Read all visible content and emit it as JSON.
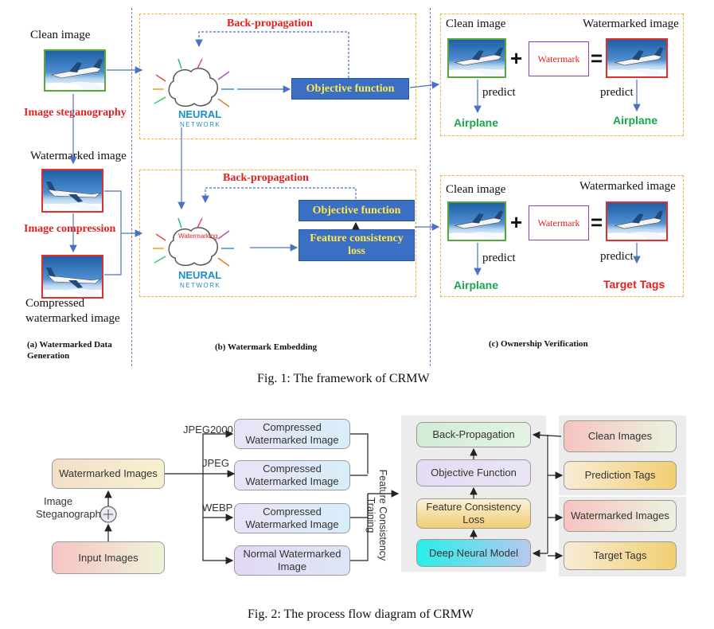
{
  "fig1": {
    "col_a": {
      "clean_image": "Clean image",
      "image_steganography": "Image steganography",
      "watermarked_image": "Watermarked image",
      "image_compression": "Image compression",
      "compressed_line1": "Compressed",
      "compressed_line2": "watermarked image",
      "caption_line1": "(a) Watermarked Data",
      "caption_line2": "Generation"
    },
    "col_b": {
      "back_propagation_top": "Back-propagation",
      "objective_function_top": "Objective function",
      "back_propagation_bottom": "Back-propagation",
      "objective_function_bottom": "Objective function",
      "feature_consistency_line1": "Feature consistency",
      "feature_consistency_line2": "loss",
      "neural": "NEURAL",
      "network": "NETWORK",
      "watermarking": "Watermarking",
      "caption": "(b) Watermark Embedding"
    },
    "col_c": {
      "clean_image_top": "Clean image",
      "watermarked_image_top": "Watermarked image",
      "watermark_top": "Watermark",
      "predict": "predict",
      "airplane": "Airplane",
      "clean_image_bottom": "Clean image",
      "watermarked_image_bottom": "Watermarked image",
      "watermark_bottom": "Watermark",
      "target_tags": "Target Tags",
      "plus": "+",
      "equals": "=",
      "caption": "(c) Ownership Verification"
    },
    "caption": "Fig. 1: The framework of CRMW"
  },
  "fig2": {
    "watermarked_images": "Watermarked Images",
    "image_steganography": "Image Steganography",
    "input_images": "Input Images",
    "jpeg2000": "JPEG2000",
    "jpeg": "JPEG",
    "webp": "WEBP",
    "compressed_watermarked_image": "Compressed Watermarked Image",
    "normal_watermarked_image": "Normal Watermarked Image",
    "feature_consistency_training_line1": "Feature Consistency",
    "feature_consistency_training_line2": "Training",
    "back_propagation": "Back-Propagation",
    "objective_function": "Objective Function",
    "feature_consistency_loss": "Feature Consistency Loss",
    "deep_neural_model": "Deep Neural Model",
    "clean_images": "Clean Images",
    "prediction_tags": "Prediction Tags",
    "watermarked_images_right": "Watermarked Images",
    "target_tags": "Target Tags",
    "caption": "Fig. 2: The process flow diagram of CRMW"
  },
  "colors": {
    "red_label": "#e02020",
    "green_label": "#1aa64a",
    "objective_box": "#3a6fc4",
    "objective_text": "#ffe94a",
    "dashed_border": "#f2b233"
  }
}
